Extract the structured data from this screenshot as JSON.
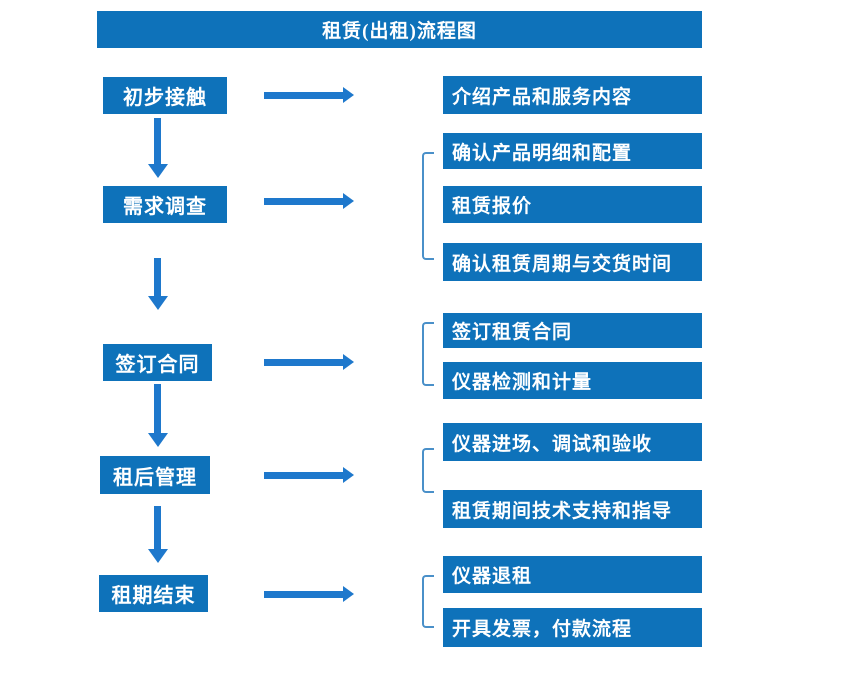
{
  "title": "租赁(出租)流程图",
  "colors": {
    "box_blue": "#0e72ba",
    "arrow_blue": "#1e78cc",
    "bracket_blue": "#4a90c9",
    "text_white": "#ffffff"
  },
  "stages": [
    {
      "label": "初步接触",
      "outputs": [
        "介绍产品和服务内容"
      ]
    },
    {
      "label": "需求调查",
      "outputs": [
        "确认产品明细和配置",
        "租赁报价",
        "确认租赁周期与交货时间"
      ]
    },
    {
      "label": "签订合同",
      "outputs": [
        "签订租赁合同",
        "仪器检测和计量"
      ]
    },
    {
      "label": "租后管理",
      "outputs": [
        "仪器进场、调试和验收",
        "租赁期间技术支持和指导"
      ]
    },
    {
      "label": "租期结束",
      "outputs": [
        "仪器退租",
        "开具发票，付款流程"
      ]
    }
  ]
}
